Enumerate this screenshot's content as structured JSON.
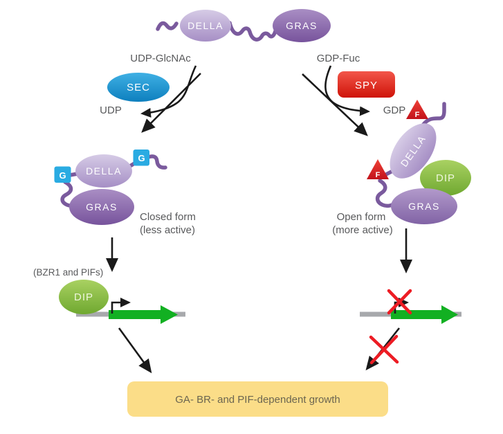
{
  "figure": {
    "top_complex": {
      "della": "DELLA",
      "gras": "GRAS"
    },
    "left": {
      "substrate": "UDP-GlcNAc",
      "enzyme": "SEC",
      "product": "UDP",
      "sugar_tag": "G",
      "della": "DELLA",
      "gras": "GRAS",
      "form_line1": "Closed form",
      "form_line2": "(less active)",
      "tf_note": "(BZR1 and PIFs)",
      "tf": "DIP"
    },
    "right": {
      "substrate": "GDP-Fuc",
      "enzyme": "SPY",
      "product": "GDP",
      "sugar_tag": "F",
      "della": "DELLA",
      "gras": "GRAS",
      "dip": "DIP",
      "form_line1": "Open form",
      "form_line2": "(more active)"
    },
    "outcome": "GA- BR- and PIF-dependent growth"
  },
  "colors": {
    "della_purple": "#b7a4d1",
    "gras_purple": "#8666a8",
    "linker_purple": "#7a5a9d",
    "sec_blue": "#1b94cf",
    "g_tag_blue": "#2aabe2",
    "spy_red": "#e0261d",
    "f_tag_red": "#d81f26",
    "dip_green": "#7fb841",
    "gene_green": "#12b022",
    "dna_gray": "#a7a9ac",
    "outcome_yellow": "#fbdd88",
    "arrow_black": "#1a1a1a",
    "inhibit_red_x": "#ed1c24",
    "label_gray": "#58595b"
  }
}
